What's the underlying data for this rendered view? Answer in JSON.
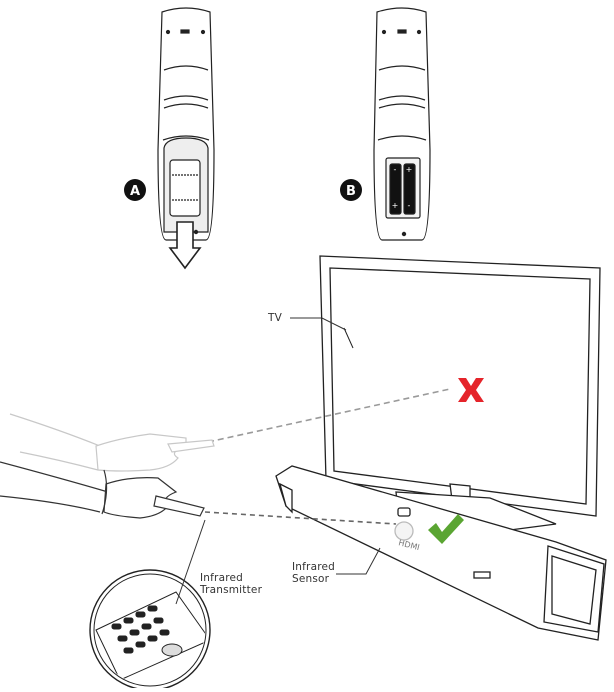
{
  "steps": [
    {
      "id": "A",
      "label": "A"
    },
    {
      "id": "B",
      "label": "B"
    }
  ],
  "labels": {
    "tv": "TV",
    "transmitter_line1": "Infrared",
    "transmitter_line2": "Transmitter",
    "sensor_line1": "Infrared",
    "sensor_line2": "Sensor",
    "soundbar_logo": "HDMI"
  },
  "battery_marks": {
    "plus": "+",
    "minus": "-"
  },
  "colors": {
    "line": "#222222",
    "wrong": "#e5242a",
    "correct": "#5aa532",
    "beam": "#9a9a9a"
  },
  "icons": {
    "wrong": "x-mark-icon",
    "correct": "check-mark-icon",
    "arrow": "arrow-down-icon"
  }
}
